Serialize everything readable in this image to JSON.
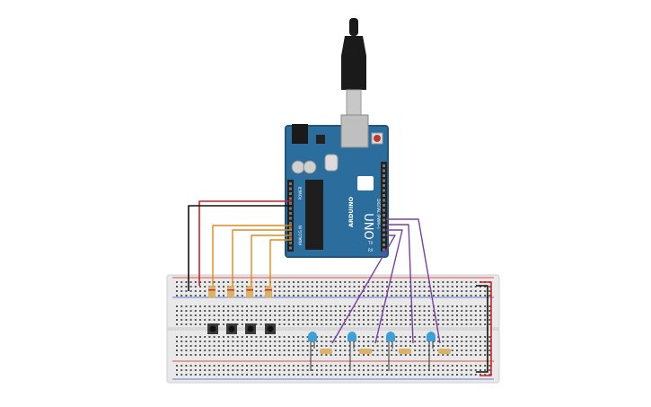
{
  "arduino": {
    "brand": "ARDUINO",
    "model": "UNO",
    "analog_label": "ANALOG IN",
    "digital_label": "DIGITAL (PWM~)",
    "power_label": "POWER",
    "tx_label": "TX",
    "rx_label": "RX",
    "colors": {
      "board": "#2b6e9e",
      "board_edge": "#1f5680",
      "header": "#222222"
    }
  },
  "wire_colors": {
    "power": "#d42020",
    "ground": "#111111",
    "button_signal": "#e08a1c",
    "led_signal": "#7b3fa0"
  },
  "breadboard": {
    "color": "#e9e9e9",
    "rail_red": "#d42020",
    "rail_blue": "#3b5ab8"
  },
  "components": {
    "buttons": 4,
    "leds": 4,
    "resistors": 8,
    "led_color": "#3fa0d8",
    "resistor_color": "#d9b36a"
  },
  "usb": {
    "cable_color": "#1a1a1a",
    "plug_color": "#c8c8c8"
  }
}
